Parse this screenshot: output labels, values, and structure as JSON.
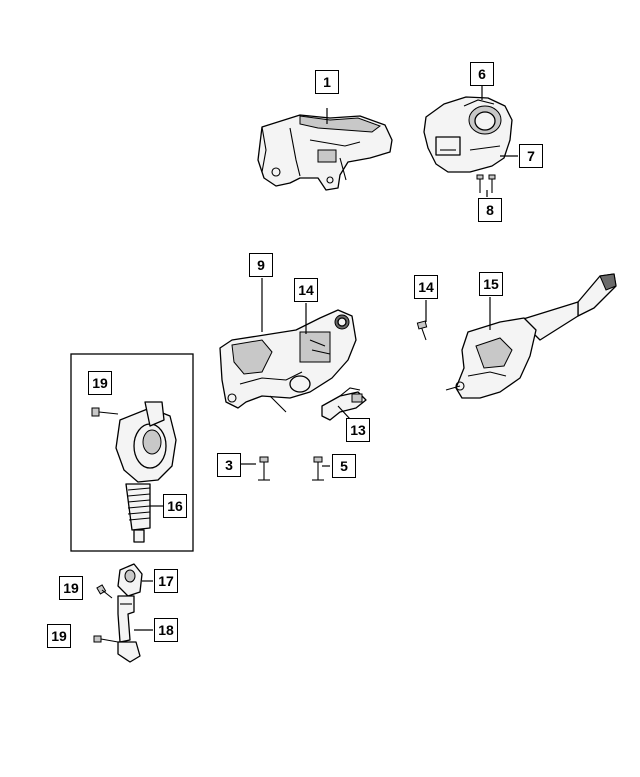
{
  "diagram": {
    "callouts": [
      {
        "id": "c1",
        "label": "1"
      },
      {
        "id": "c6",
        "label": "6"
      },
      {
        "id": "c7",
        "label": "7"
      },
      {
        "id": "c8",
        "label": "8"
      },
      {
        "id": "c9",
        "label": "9"
      },
      {
        "id": "c14a",
        "label": "14"
      },
      {
        "id": "c14b",
        "label": "14"
      },
      {
        "id": "c15",
        "label": "15"
      },
      {
        "id": "c13",
        "label": "13"
      },
      {
        "id": "c3",
        "label": "3"
      },
      {
        "id": "c5",
        "label": "5"
      },
      {
        "id": "c19a",
        "label": "19"
      },
      {
        "id": "c16",
        "label": "16"
      },
      {
        "id": "c19b",
        "label": "19"
      },
      {
        "id": "c17",
        "label": "17"
      },
      {
        "id": "c19c",
        "label": "19"
      },
      {
        "id": "c18",
        "label": "18"
      }
    ]
  }
}
